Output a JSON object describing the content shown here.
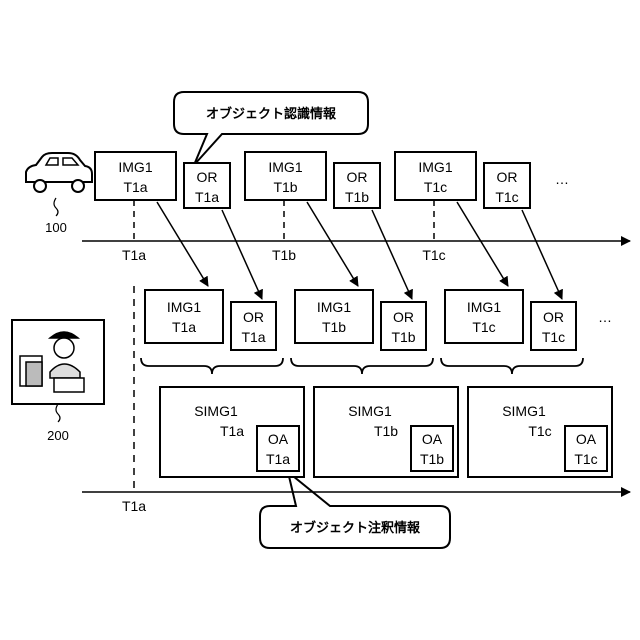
{
  "diagram": {
    "labels": {
      "callout_recognition": "オブジェクト認識情報",
      "callout_annotation": "オブジェクト注釈情報",
      "vehicle_ref": "100",
      "operator_ref": "200",
      "ellipsis": "…",
      "bottom_axis_tick": "T1a"
    },
    "img_line1": "IMG1",
    "simg_line1": "SIMG1",
    "or_line1": "OR",
    "oa_line1": "OA",
    "frames": [
      {
        "time": "T1a",
        "tick": "T1a"
      },
      {
        "time": "T1b",
        "tick": "T1b"
      },
      {
        "time": "T1c",
        "tick": "T1c"
      }
    ]
  }
}
